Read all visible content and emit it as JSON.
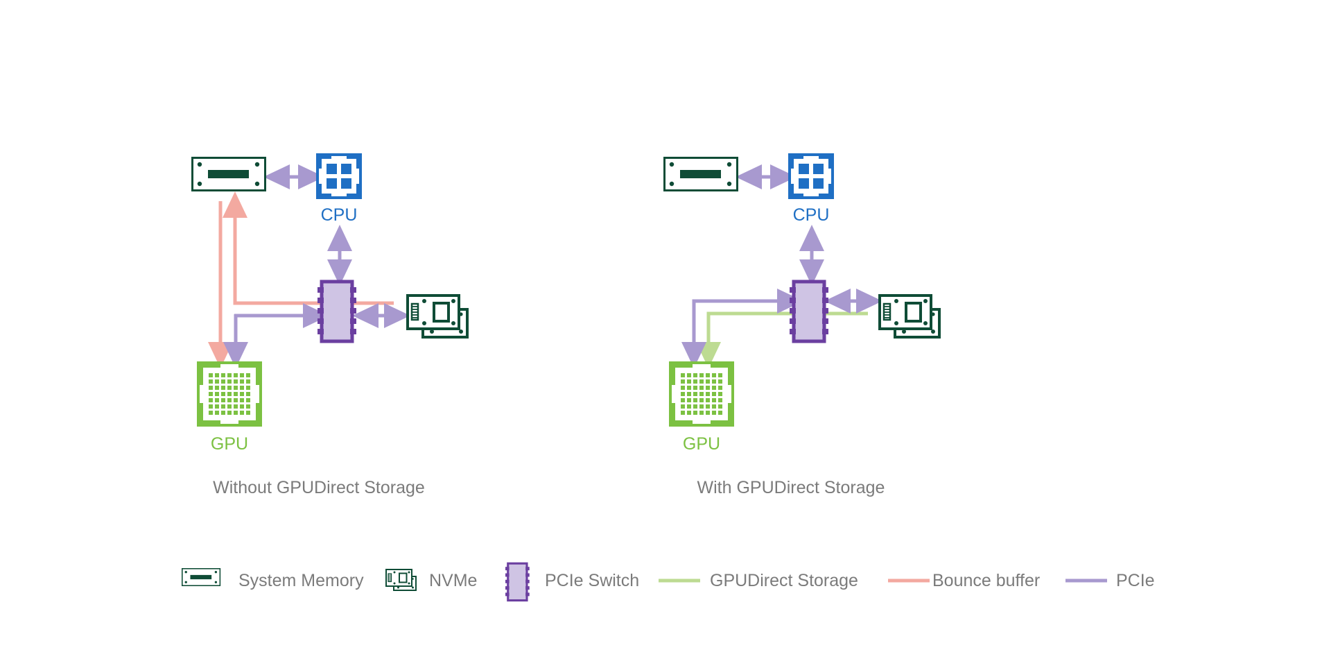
{
  "figure": {
    "background_color": "#ffffff",
    "panels": [
      {
        "id": "without-gds",
        "caption": "Without GPUDirect Storage",
        "nodes": [
          {
            "name": "system-memory",
            "label": ""
          },
          {
            "name": "cpu",
            "label": "CPU"
          },
          {
            "name": "pcie-switch",
            "label": ""
          },
          {
            "name": "nvme",
            "label": ""
          },
          {
            "name": "gpu",
            "label": "GPU"
          }
        ],
        "links": [
          {
            "from": "system-memory",
            "to": "cpu",
            "kind": "PCIe",
            "direction": "bidirectional"
          },
          {
            "from": "cpu",
            "to": "pcie-switch",
            "kind": "PCIe",
            "direction": "bidirectional"
          },
          {
            "from": "pcie-switch",
            "to": "nvme",
            "kind": "PCIe",
            "direction": "bidirectional"
          },
          {
            "from": "nvme",
            "to": "system-memory",
            "kind": "Bounce buffer",
            "direction": "in"
          },
          {
            "from": "system-memory",
            "to": "gpu",
            "kind": "Bounce buffer",
            "direction": "out"
          },
          {
            "from": "pcie-switch",
            "to": "gpu",
            "kind": "PCIe",
            "direction": "out"
          }
        ]
      },
      {
        "id": "with-gds",
        "caption": "With GPUDirect Storage",
        "nodes": [
          {
            "name": "system-memory",
            "label": ""
          },
          {
            "name": "cpu",
            "label": "CPU"
          },
          {
            "name": "pcie-switch",
            "label": ""
          },
          {
            "name": "nvme",
            "label": ""
          },
          {
            "name": "gpu",
            "label": "GPU"
          }
        ],
        "links": [
          {
            "from": "system-memory",
            "to": "cpu",
            "kind": "PCIe",
            "direction": "bidirectional"
          },
          {
            "from": "cpu",
            "to": "pcie-switch",
            "kind": "PCIe",
            "direction": "bidirectional"
          },
          {
            "from": "pcie-switch",
            "to": "nvme",
            "kind": "PCIe",
            "direction": "bidirectional"
          },
          {
            "from": "pcie-switch",
            "to": "gpu",
            "kind": "PCIe",
            "direction": "out"
          },
          {
            "from": "nvme",
            "to": "gpu",
            "kind": "GPUDirect Storage",
            "direction": "out"
          }
        ]
      }
    ]
  },
  "labels": {
    "cpu_left": "CPU",
    "cpu_right": "CPU",
    "gpu_left": "GPU",
    "gpu_right": "GPU",
    "caption_left": "Without GPUDirect Storage",
    "caption_right": "With GPUDirect Storage"
  },
  "legend": {
    "items": [
      {
        "key": "system-memory",
        "label": "System Memory",
        "swatch": "icon",
        "color": "#0f4c36"
      },
      {
        "key": "nvme",
        "label": "NVMe",
        "swatch": "icon",
        "color": "#0f4c36"
      },
      {
        "key": "pcie-switch",
        "label": "PCIe Switch",
        "swatch": "icon",
        "color": "#6b3fa0"
      },
      {
        "key": "gpudirect-storage",
        "label": "GPUDirect Storage",
        "swatch": "line",
        "color": "#bddb92"
      },
      {
        "key": "bounce-buffer",
        "label": "Bounce buffer",
        "swatch": "line",
        "color": "#f3a9a0"
      },
      {
        "key": "pcie",
        "label": "PCIe",
        "swatch": "line",
        "color": "#a899cf"
      }
    ]
  },
  "colors": {
    "memory_green": "#0f4c36",
    "cpu_blue": "#1f6fc4",
    "gpu_green": "#7cc142",
    "switch_purple": "#6b3fa0",
    "switch_fill": "#cfc4e4",
    "pcie_line": "#a899cf",
    "bounce_line": "#f3a9a0",
    "gds_line": "#bddb92",
    "caption_gray": "#7b7b7b",
    "background": "#ffffff"
  }
}
